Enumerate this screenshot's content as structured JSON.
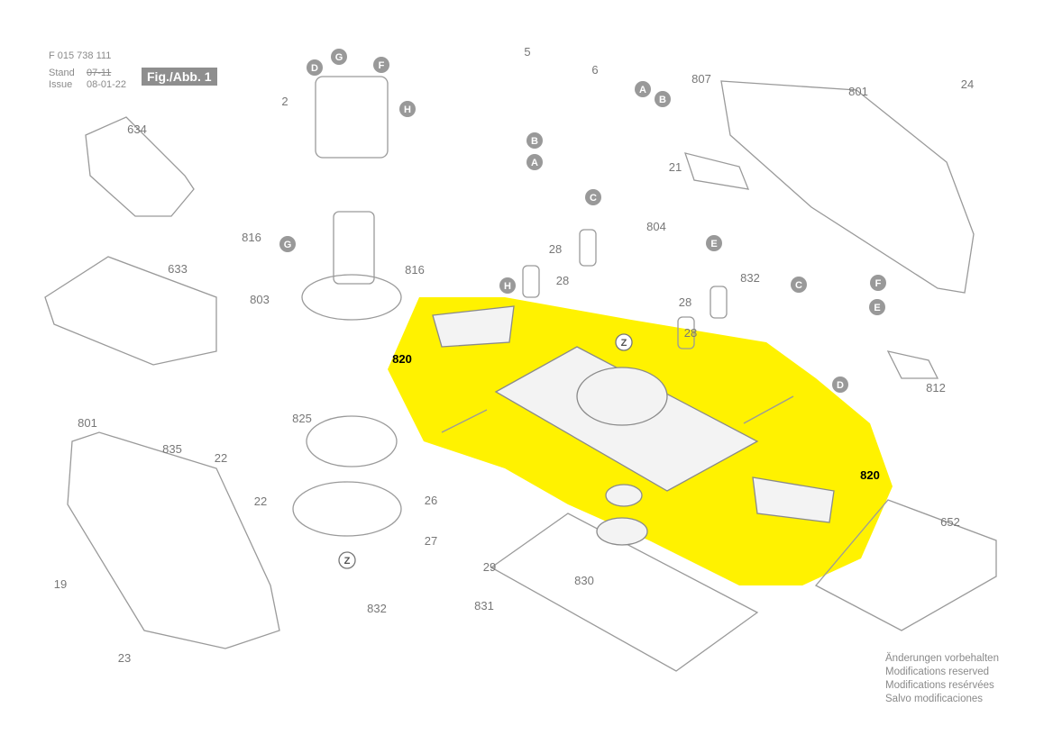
{
  "header": {
    "doc_number": "F 015 738 111",
    "stand_label": "Stand",
    "issue_label": "Issue",
    "stand_value_struck": "07-11",
    "issue_value": "08-01-22",
    "figure_label": "Fig./Abb. 1"
  },
  "highlight_color": "#fff200",
  "part_numbers": [
    "5",
    "6",
    "807",
    "801",
    "24",
    "2",
    "634",
    "21",
    "816",
    "804",
    "816",
    "633",
    "28",
    "28",
    "28",
    "28",
    "832",
    "803",
    "820",
    "820",
    "801",
    "835",
    "825",
    "22",
    "22",
    "26",
    "27",
    "652",
    "29",
    "830",
    "831",
    "832",
    "19",
    "23",
    "812"
  ],
  "connection_markers": [
    "D",
    "G",
    "F",
    "H",
    "G",
    "A",
    "B",
    "B",
    "A",
    "C",
    "E",
    "H",
    "Z",
    "C",
    "F",
    "E",
    "D",
    "Z"
  ],
  "footer_notes": [
    "Änderungen vorbehalten",
    "Modifications reserved",
    "Modifications resérvées",
    "Salvo modificaciones"
  ]
}
